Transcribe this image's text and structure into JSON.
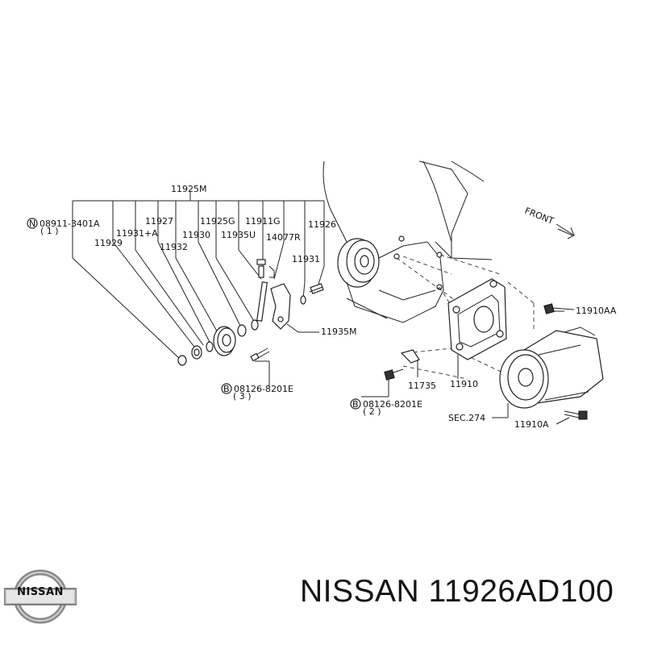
{
  "callouts": [
    {
      "id": "11925M",
      "text": "11925M"
    },
    {
      "id": "08911-3401A",
      "text": "08911-3401A"
    },
    {
      "id": "qty1",
      "text": "( 1 )"
    },
    {
      "id": "11929",
      "text": "11929"
    },
    {
      "id": "11927",
      "text": "11927"
    },
    {
      "id": "11931A",
      "text": "11931+A"
    },
    {
      "id": "11932",
      "text": "11932"
    },
    {
      "id": "11930",
      "text": "11930"
    },
    {
      "id": "11925G",
      "text": "11925G"
    },
    {
      "id": "11935U",
      "text": "11935U"
    },
    {
      "id": "11911G",
      "text": "11911G"
    },
    {
      "id": "14077R",
      "text": "14077R"
    },
    {
      "id": "11926",
      "text": "11926"
    },
    {
      "id": "11931",
      "text": "11931"
    },
    {
      "id": "11935M",
      "text": "11935M"
    },
    {
      "id": "08126-8201E-a",
      "text": "08126-8201E"
    },
    {
      "id": "qty3",
      "text": "( 3 )"
    },
    {
      "id": "08126-8201E-b",
      "text": "08126-8201E"
    },
    {
      "id": "qty2",
      "text": "( 2 )"
    },
    {
      "id": "11735",
      "text": "11735"
    },
    {
      "id": "11910",
      "text": "11910"
    },
    {
      "id": "11910AA",
      "text": "11910AA"
    },
    {
      "id": "SEC274",
      "text": "SEC.274"
    },
    {
      "id": "11910A",
      "text": "11910A"
    },
    {
      "id": "FRONT",
      "text": "FRONT"
    },
    {
      "id": "N",
      "text": "N"
    },
    {
      "id": "B1",
      "text": "B"
    },
    {
      "id": "B2",
      "text": "B"
    }
  ],
  "footer": {
    "title": "NISSAN 11926AD100"
  },
  "logo": {
    "text": "NISSAN"
  }
}
